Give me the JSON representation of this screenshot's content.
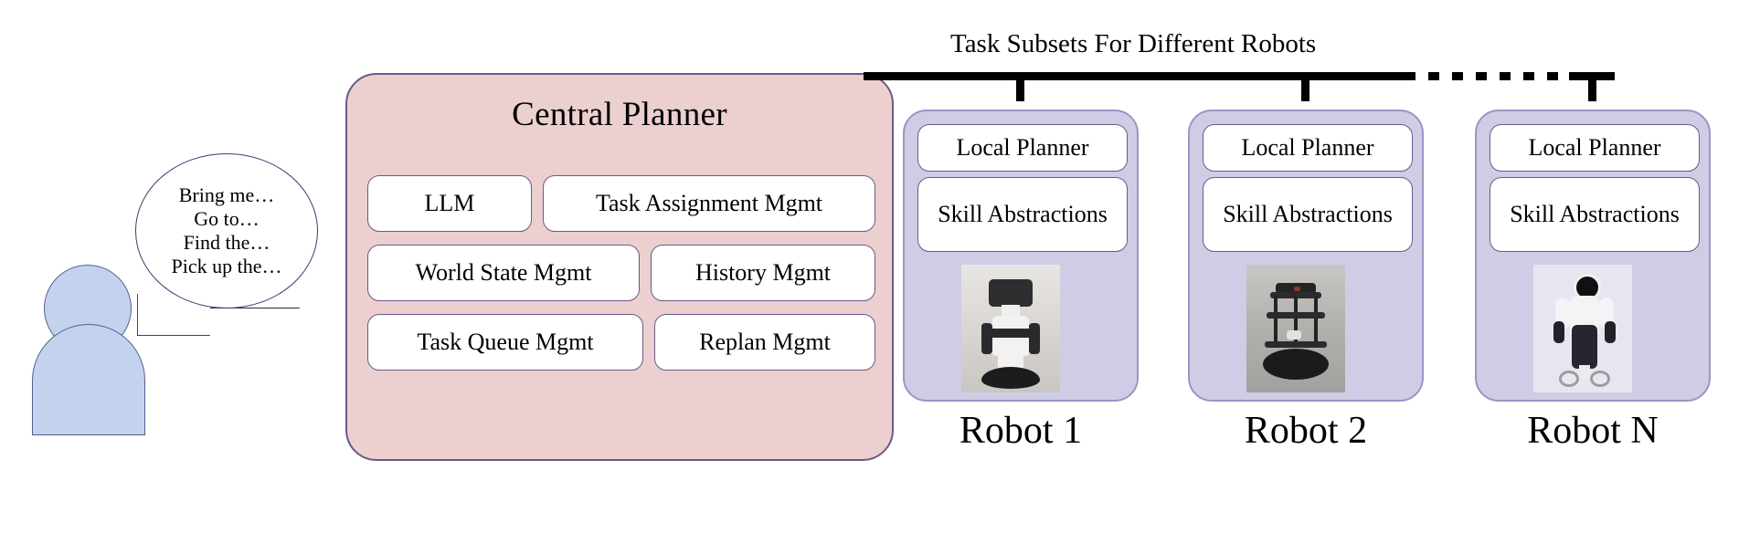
{
  "user": {
    "icon": "person-icon",
    "speech_lines": [
      "Bring me…",
      "Go to…",
      "Find the…",
      "Pick up the…"
    ]
  },
  "central_planner": {
    "title": "Central Planner",
    "modules": [
      "LLM",
      "Task Assignment Mgmt",
      "World State Mgmt",
      "History Mgmt",
      "Task Queue Mgmt",
      "Replan Mgmt"
    ]
  },
  "bus": {
    "label": "Task Subsets For Different Robots"
  },
  "robots": [
    {
      "name": "Robot 1",
      "local_planner": "Local Planner",
      "skill_abstractions": "Skill Abstractions",
      "photo": "white-service-robot-photo"
    },
    {
      "name": "Robot 2",
      "local_planner": "Local Planner",
      "skill_abstractions": "Skill Abstractions",
      "photo": "dark-turtlebot-photo"
    },
    {
      "name": "Robot N",
      "local_planner": "Local Planner",
      "skill_abstractions": "Skill Abstractions",
      "photo": "humanoid-robot-photo"
    }
  ],
  "colors": {
    "planner_fill": "#eccfcf",
    "planner_border": "#6b5a86",
    "robot_fill": "#cfcce6",
    "robot_border": "#9a96c4",
    "person_fill": "#c3d3ee",
    "person_border": "#56608f",
    "module_fill": "#ffffff",
    "bus_line": "#000000"
  }
}
